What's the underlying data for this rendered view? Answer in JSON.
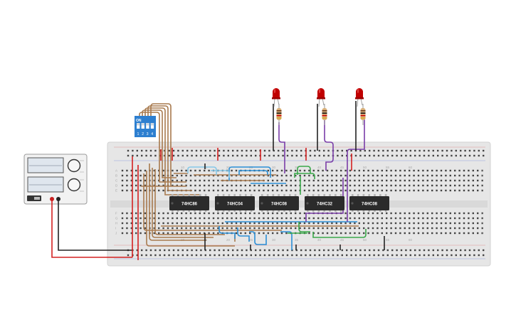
{
  "breadboard": {
    "column_numbers": [
      "10",
      "15",
      "20",
      "25",
      "30",
      "35",
      "40",
      "45",
      "50",
      "55",
      "60"
    ],
    "row_letters_top": [
      "A",
      "B",
      "C",
      "D",
      "E"
    ],
    "row_letters_bottom": [
      "F",
      "G",
      "H",
      "I",
      "J"
    ]
  },
  "chips": [
    {
      "label": "74HC86"
    },
    {
      "label": "74HC04"
    },
    {
      "label": "74HC08"
    },
    {
      "label": "74HC32"
    },
    {
      "label": "74HC08"
    }
  ],
  "dip_switch": {
    "on_label": "ON",
    "numbers": [
      "1",
      "2",
      "3",
      "4"
    ]
  },
  "leds": [
    {
      "color": "#c00000"
    },
    {
      "color": "#c00000"
    },
    {
      "color": "#c00000"
    }
  ],
  "power_supply": {
    "display_color": "#dfe6ee"
  },
  "colors": {
    "breadboard": "#e6e6e6",
    "chip": "#2b2b2b",
    "wire_brown": "#a87a4e",
    "wire_blue": "#2b8fd6",
    "wire_light_blue": "#86c8e8",
    "wire_green": "#3aa84a",
    "wire_purple": "#7a3da8",
    "wire_red": "#d42020",
    "wire_black": "#222222"
  }
}
